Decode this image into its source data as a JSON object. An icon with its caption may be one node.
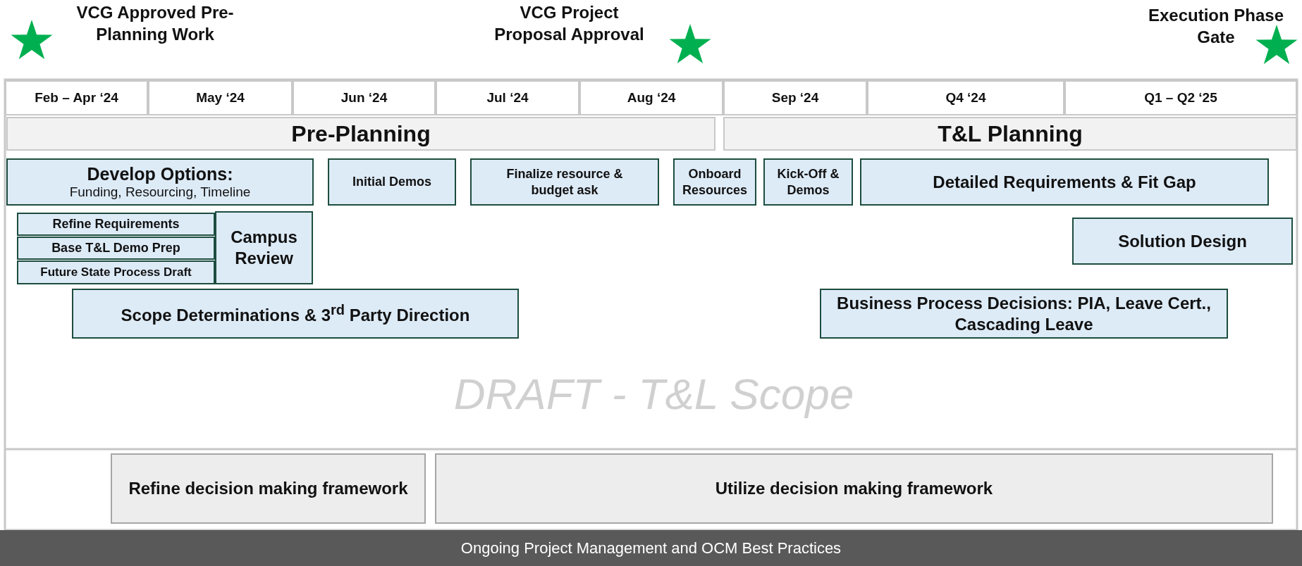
{
  "diagram": {
    "nodes": [
      {
        "text": [
          "Pre-Planning"
        ]
      },
      {
        "text": [
          "T&L Planning"
        ]
      },
      {
        "text": [
          "Develop Options:",
          "Funding, Resourcing, Timeline"
        ]
      },
      {
        "text": [
          "Initial Demos"
        ]
      },
      {
        "text": [
          "Finalize resource & budget ask"
        ]
      },
      {
        "text": [
          "Onboard Resources"
        ]
      },
      {
        "text": [
          "Kick-Off & Demos"
        ]
      },
      {
        "text": [
          "Detailed Requirements & Fit Gap"
        ]
      },
      {
        "text": [
          "Refine Requirements"
        ]
      },
      {
        "text": [
          "Campus Review"
        ]
      },
      {
        "text": [
          "Solution Design"
        ]
      },
      {
        "text": [
          "Base T&L Demo Prep"
        ]
      },
      {
        "text": [
          "Future State Process Draft"
        ]
      },
      {
        "text": [
          "Scope Determinations & 3$^{rd}$ Party Direction"
        ]
      },
      {
        "text": [
          "Business Process Decisions: PIA, Leave Cert., Cascading Leave"
        ]
      },
      {
        "text": [
          "Refine decision making framework"
        ]
      },
      {
        "text": [
          "Utilize decision making framework"
        ]
      },
      {
        "text": [
          "Ongoing Project Management and OCM Best Practices"
        ]
      }
    ],
    "labels": [
      "VCG Approved Pre-Planning Work",
      "VCG Project Proposal Approval",
      "Execution Phase Gate",
      "Feb – Apr ‘24",
      "May ‘24",
      "Jun ‘24",
      "Jul ‘24",
      "Aug ‘24",
      "Sep ‘24",
      "Q4 ‘24",
      "Q1 – Q2 ‘25",
      "DRAFT - T&L Scope"
    ]
  }
}
